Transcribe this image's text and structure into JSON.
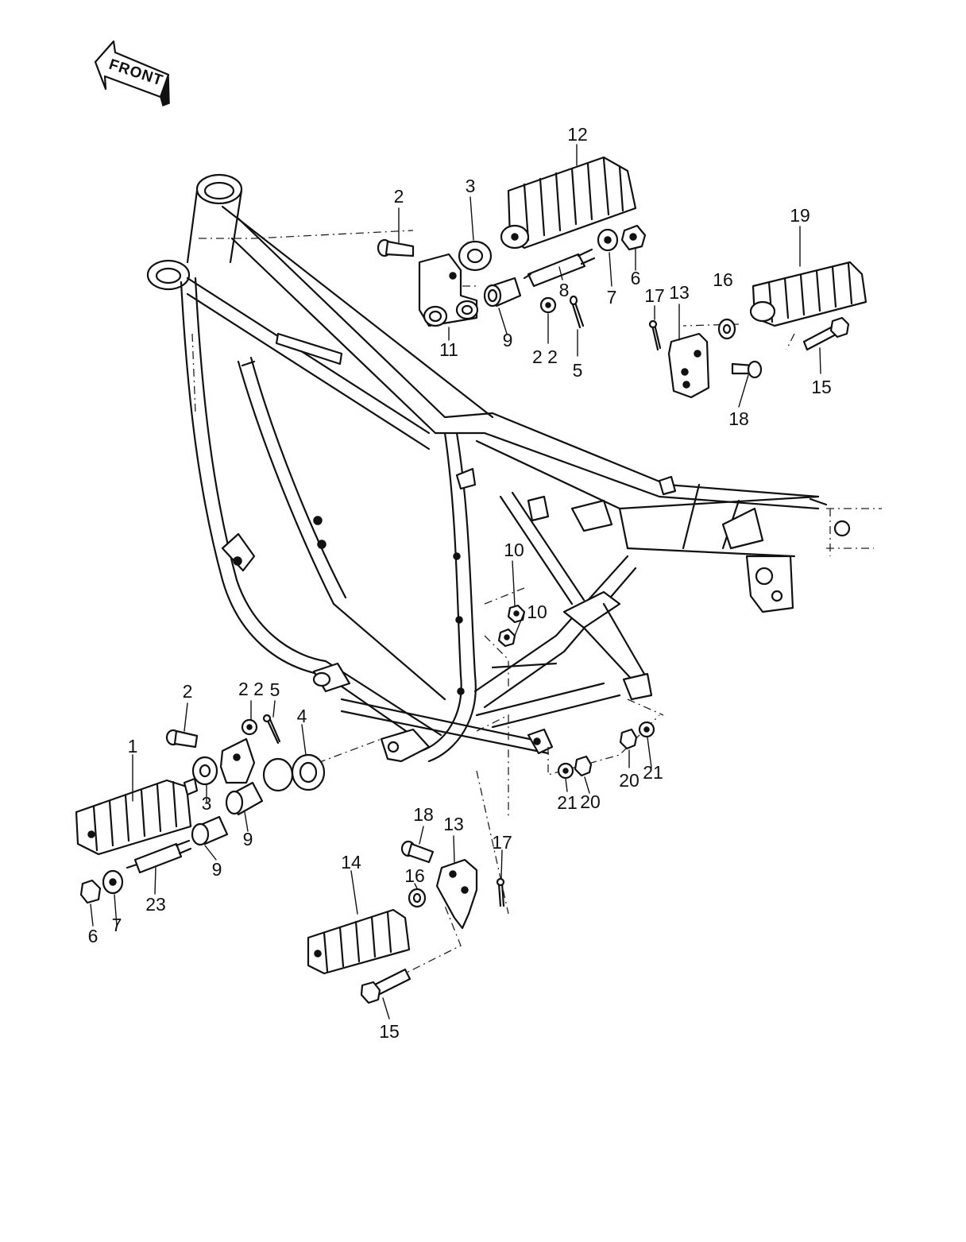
{
  "front_badge": {
    "text": "FRONT"
  },
  "callouts": {
    "c1": "1",
    "c2a": "2",
    "c2b": "2",
    "c3a": "3",
    "c3b": "3",
    "c4": "4",
    "c5a": "5",
    "c5b": "5",
    "c6a": "6",
    "c6b": "6",
    "c7a": "7",
    "c7b": "7",
    "c8": "8",
    "c9a": "9",
    "c9b": "9",
    "c9c": "9",
    "c10a": "10",
    "c10b": "10",
    "c11": "11",
    "c12": "12",
    "c13a": "13",
    "c13b": "13",
    "c14": "14",
    "c15a": "15",
    "c15b": "15",
    "c16a": "16",
    "c16b": "16",
    "c17a": "17",
    "c17b": "17",
    "c18a": "18",
    "c18b": "18",
    "c19": "19",
    "c20a": "20",
    "c20b": "20",
    "c21a": "21",
    "c21b": "21",
    "c22a": "2 2",
    "c22b": "2 2",
    "c23": "23"
  }
}
